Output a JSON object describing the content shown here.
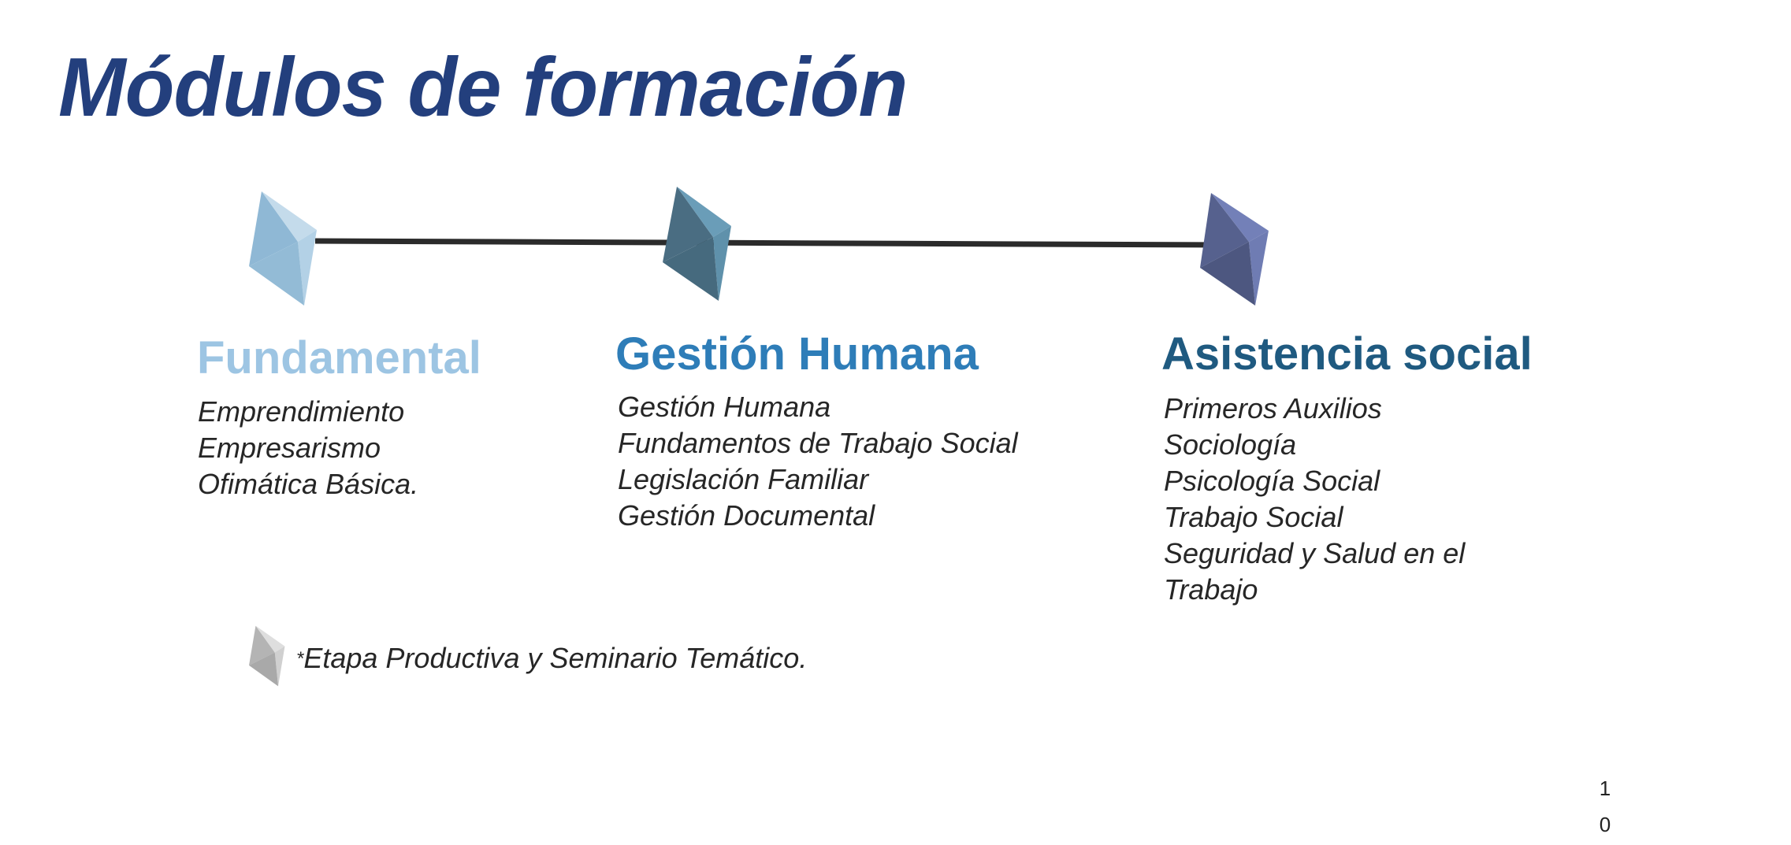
{
  "title": "Módulos de formación",
  "colors": {
    "title": "#233f7d",
    "fundamental": "#9dc5e3",
    "gestion_humana": "#2e7db8",
    "asistencia_social": "#1f5a80",
    "timeline_line": "#2b2b2b"
  },
  "modules": [
    {
      "heading": "Fundamental",
      "items": [
        "Emprendimiento",
        "Empresarismo",
        "Ofimática Básica."
      ]
    },
    {
      "heading": "Gestión Humana",
      "items": [
        "Gestión Humana",
        "Fundamentos de Trabajo Social",
        "Legislación Familiar",
        "Gestión Documental"
      ]
    },
    {
      "heading": "Asistencia social",
      "items": [
        "Primeros Auxilios",
        "Sociología",
        "Psicología Social",
        "Trabajo Social",
        "Seguridad y Salud en el",
        "Trabajo"
      ]
    }
  ],
  "footnote": {
    "asterisk": "*",
    "text": "Etapa Productiva y Seminario Temático."
  },
  "page_number": {
    "digit1": "1",
    "digit2": "0"
  }
}
